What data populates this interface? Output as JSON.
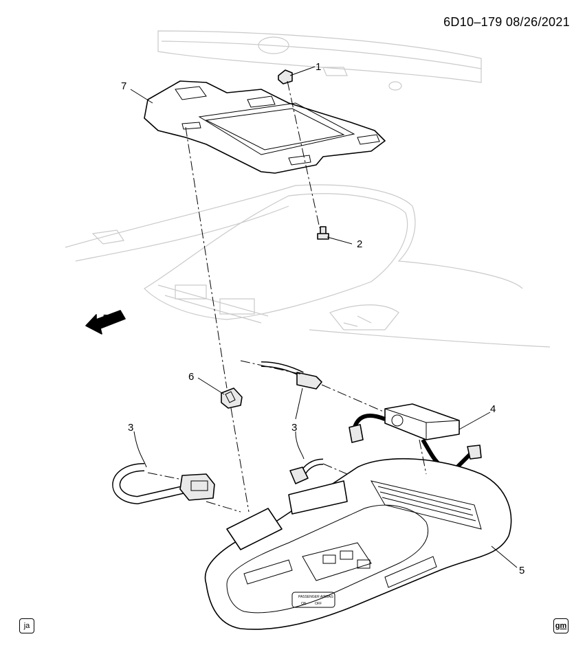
{
  "header": {
    "code": "6D10–179  08/26/2021"
  },
  "callouts": [
    {
      "id": "c1",
      "label": "1"
    },
    {
      "id": "c2",
      "label": "2"
    },
    {
      "id": "c3a",
      "label": "3"
    },
    {
      "id": "c3b",
      "label": "3"
    },
    {
      "id": "c4",
      "label": "4"
    },
    {
      "id": "c5",
      "label": "5"
    },
    {
      "id": "c6",
      "label": "6"
    },
    {
      "id": "c7",
      "label": "7"
    }
  ],
  "direction": {
    "label": "FRT",
    "icon": "front-arrow-icon"
  },
  "footer": {
    "left_badge": "ja",
    "right_badge": "gm"
  },
  "console_panel": {
    "label": "PASSENGER AIRBAG",
    "status_left": "ON",
    "status_right": "OFF"
  }
}
